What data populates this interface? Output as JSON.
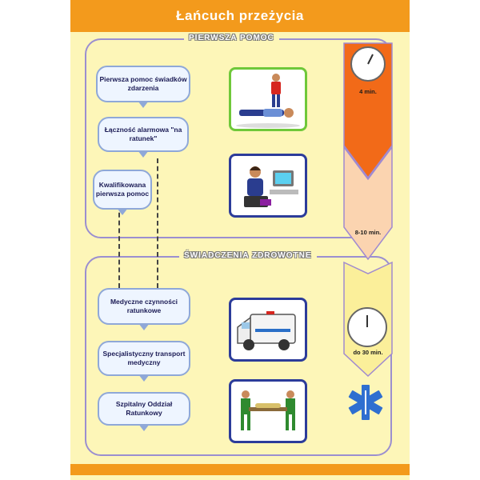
{
  "title": "Łańcuch przeżycia",
  "sections": {
    "first_aid": "PIERWSZA POMOC",
    "health_services": "ŚWIADCZENIA ZDROWOTNE"
  },
  "steps": [
    "Pierwsza pomoc świadków zdarzenia",
    "Łączność alarmowa \"na ratunek\"",
    "Kwalifikowana pierwsza pomoc",
    "Medyczne czynności ratunkowe",
    "Specjalistyczny transport medyczny",
    "Szpitalny Oddział Ratunkowy"
  ],
  "times": [
    "4 min.",
    "8-10 min.",
    "do 30 min."
  ],
  "colors": {
    "accent": "#f39a1c",
    "arrow_orange": "#f26a18",
    "arrow_peach": "#fbd4b0",
    "arrow_yellow": "#fbef9a"
  }
}
